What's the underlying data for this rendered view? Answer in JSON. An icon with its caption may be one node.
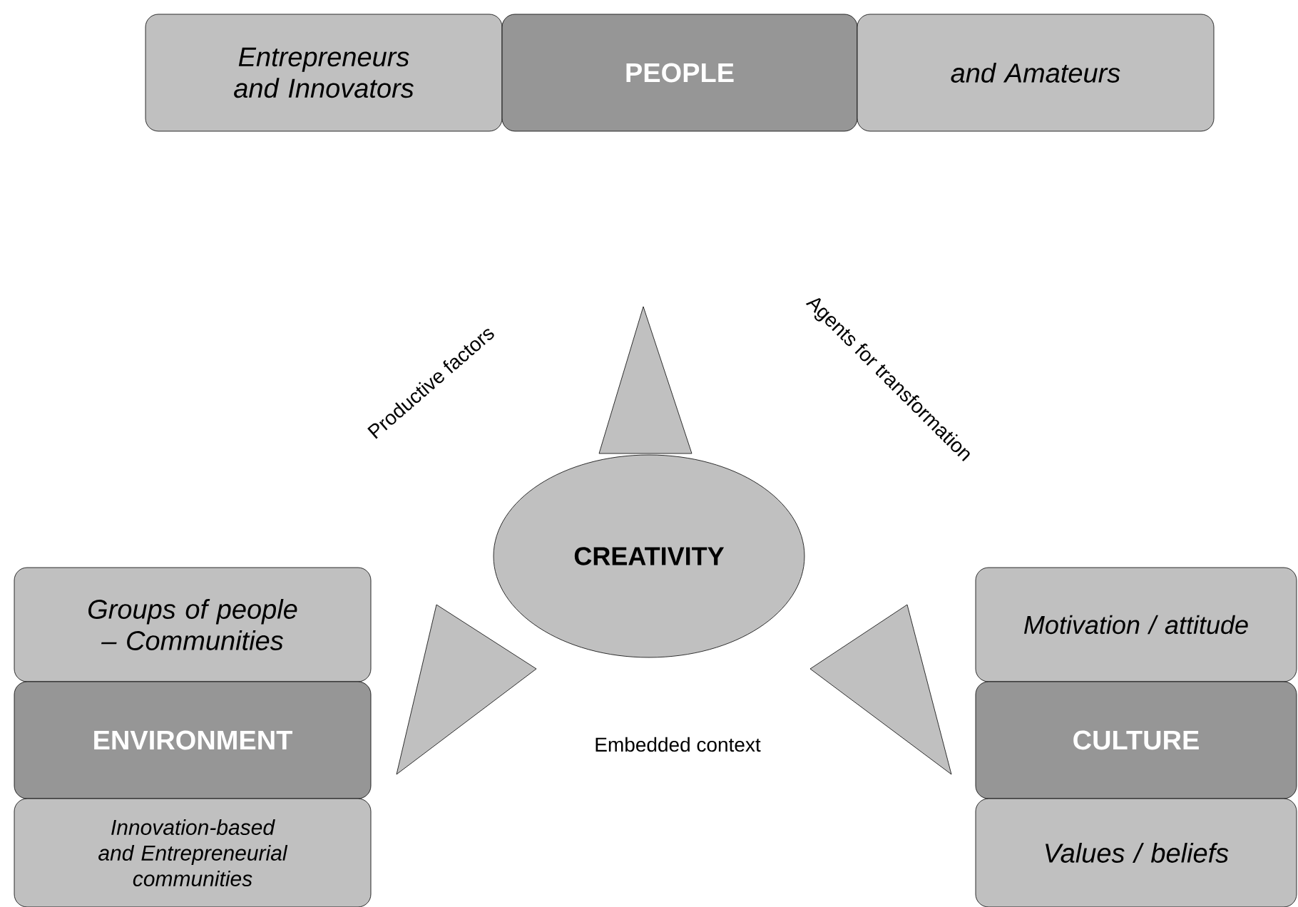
{
  "diagram": {
    "nodes": [
      {
        "text": [
          "Entrepreneurs and Innovators"
        ]
      },
      {
        "text": [
          "PEOPLE"
        ]
      },
      {
        "text": [
          "and Amateurs"
        ]
      },
      {
        "text": [],
        "shape": "triangle"
      },
      {
        "text": [
          "CREATIVITY"
        ]
      },
      {
        "text": [
          "Groups of people – Communities"
        ]
      },
      {
        "text": [
          "Motivation / attitude"
        ]
      },
      {
        "text": [],
        "shape": "triangle"
      },
      {
        "text": [],
        "shape": "triangle"
      },
      {
        "text": [
          "ENVIRONMENT"
        ]
      },
      {
        "text": [
          "CULTURE"
        ]
      },
      {
        "text": [
          "Innovation-based and Entrepreneurial communities"
        ]
      },
      {
        "text": [
          "Values / beliefs"
        ]
      }
    ],
    "labels": [
      "Productive factors",
      "Agents for transformation",
      "Embedded context"
    ]
  }
}
